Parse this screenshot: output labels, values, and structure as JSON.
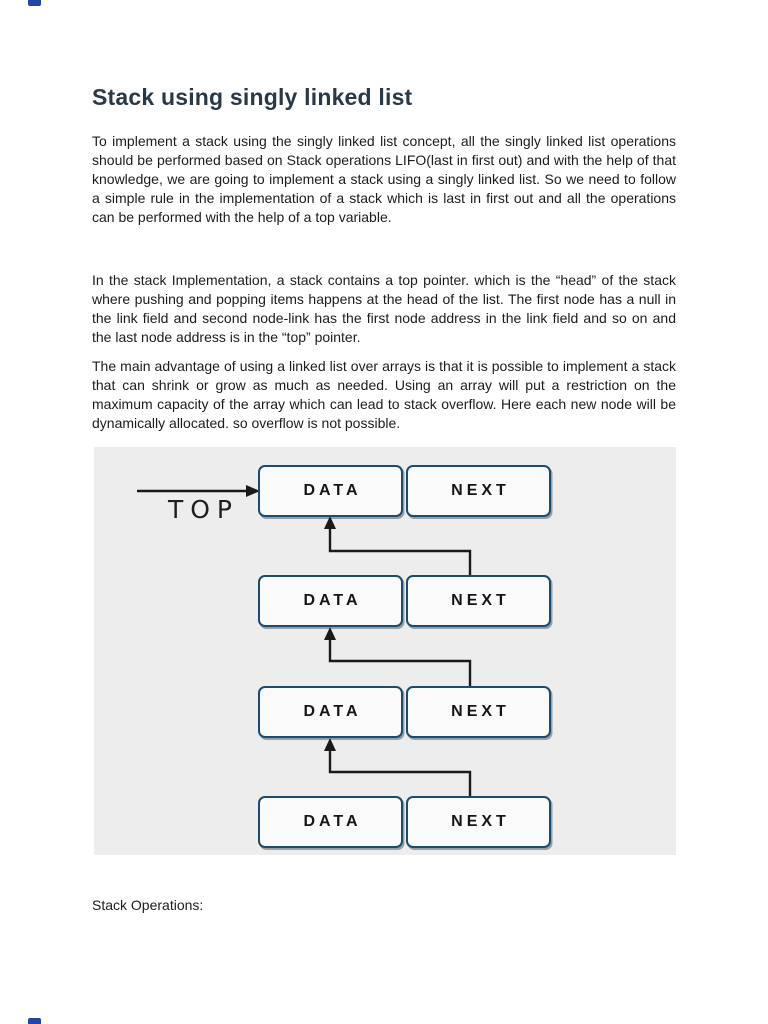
{
  "document": {
    "title": "Stack using singly linked list",
    "paragraphs": [
      "To implement a stack using the singly linked list concept, all the singly linked list operations should be performed based on Stack operations LIFO(last in first out) and with the help of that knowledge, we are going to implement a stack using a singly linked list. So we need to follow a simple rule in the implementation of a stack which is last in first out and all the operations can be performed with the help of a top variable.",
      "In the stack Implementation, a stack contains a top pointer. which is the “head” of the stack where pushing and popping items happens at the head of the list. The first node has a null in the link field and second node-link has the first node address in the link field and so on and the last node address is in the “top” pointer.",
      "The main advantage of using a linked list over arrays is that it is possible to implement a stack that can shrink or grow as much as needed. Using an array will put a restriction on the maximum capacity of the array which can lead to stack overflow. Here each new node will be dynamically allocated. so overflow is not possible."
    ],
    "section_label": "Stack Operations:"
  },
  "diagram": {
    "top_label": "TOP",
    "nodes": [
      {
        "data_label": "DATA",
        "next_label": "NEXT"
      },
      {
        "data_label": "DATA",
        "next_label": "NEXT"
      },
      {
        "data_label": "DATA",
        "next_label": "NEXT"
      },
      {
        "data_label": "DATA",
        "next_label": "NEXT"
      }
    ],
    "colors": {
      "panel_background": "#ededee",
      "box_border": "#1c4b70",
      "box_fill": "#fafafa",
      "arrow": "#1a1a1a",
      "title_text": "#2a3947",
      "body_text": "#1c1c1c",
      "page_edge_marker": "#2443a6"
    }
  }
}
